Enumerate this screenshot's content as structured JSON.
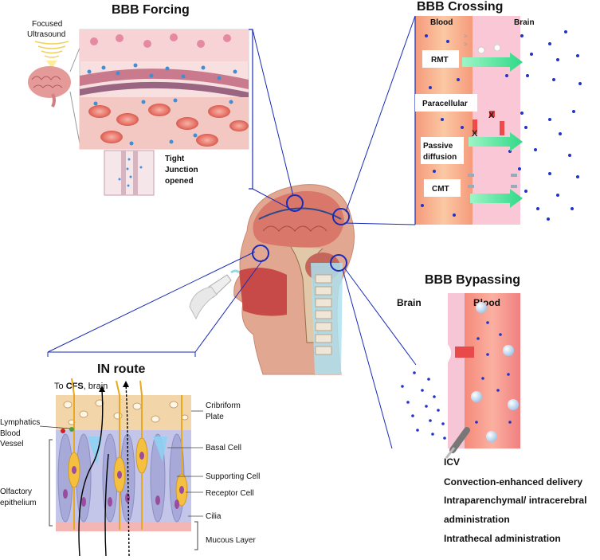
{
  "sections": {
    "forcing": {
      "title": "BBB Forcing",
      "focused": "Focused",
      "ultrasound": "Ultrasound",
      "tight": "Tight",
      "junction": "Junction",
      "opened": "opened"
    },
    "crossing": {
      "title": "BBB Crossing",
      "blood": "Blood",
      "brain": "Brain",
      "rmt": "RMT",
      "paracellular": "Paracellular",
      "passive1": "Passive",
      "passive2": "diffusion",
      "cmt": "CMT"
    },
    "bypassing": {
      "title": "BBB Bypassing",
      "brain": "Brain",
      "blood": "Blood",
      "methods": [
        "ICV",
        "Convection-enhanced delivery",
        "Intraparenchymal/ intracerebral",
        "administration",
        "Intrathecal administration"
      ]
    },
    "in_route": {
      "title": "IN route",
      "to_prefix": "To ",
      "cfs": "CFS",
      "to_suffix": ", brain",
      "lymphatics": "Lymphatics",
      "blood": "Blood",
      "vessel": "Vessel",
      "olfactory1": "Olfactory",
      "olfactory2": "epithelium",
      "cribriform1": "Cribriform",
      "cribriform2": "Plate",
      "basal": "Basal Cell",
      "supporting": "Supporting Cell",
      "receptor": "Receptor Cell",
      "cilia": "Cilia",
      "mucous": "Mucous Layer"
    }
  },
  "colors": {
    "blood_vessel": "#f4a582",
    "brain_tissue": "#f7c6d6",
    "arrow_green": "#3ce08c",
    "particle_blue": "#2233cc",
    "connector_line": "#1a2bb8"
  }
}
